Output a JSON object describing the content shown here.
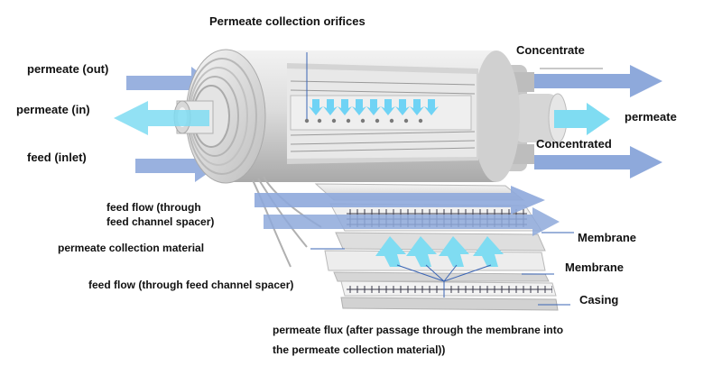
{
  "title": "Permeate collection orifices",
  "labels": {
    "permeate_out": "permeate (out)",
    "permeate_in": "permeate (in)",
    "feed_inlet": "feed (inlet)",
    "concentrate": "Concentrate",
    "permeate_right": "permeate",
    "concentrated": "Concentrated",
    "feed_flow_top_1": "feed flow (through",
    "feed_flow_top_2": "feed channel spacer)",
    "permeate_collection_material": "permeate collection material",
    "feed_flow_bottom": "feed flow (through feed channel spacer)",
    "membrane_1": "Membrane",
    "membrane_2": "Membrane",
    "casing": "Casing",
    "permeate_flux_1": "permeate flux (after passage through the membrane into",
    "permeate_flux_2": "the permeate collection material))"
  },
  "colors": {
    "feed_arrow": "#8ea9db",
    "permeate_arrow": "#7fdcf2",
    "cylinder": "#e2e2e2",
    "cylinder_dark": "#b9b9b9",
    "spacer_mesh": "#3a3a4a"
  }
}
